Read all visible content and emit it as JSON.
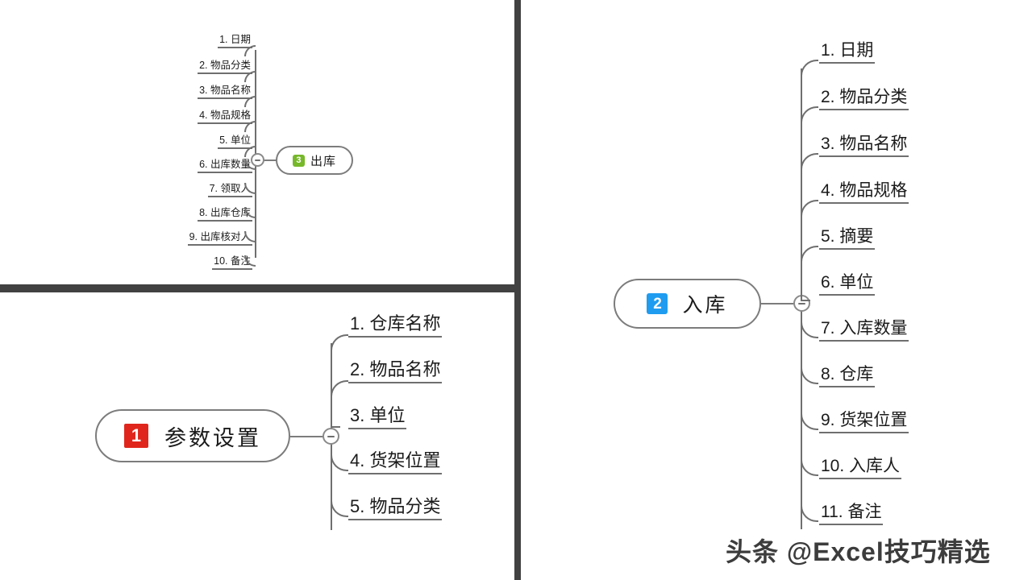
{
  "panels": {
    "outbound": {
      "root": {
        "badge": "3",
        "badge_color": "#76b82a",
        "label": "出库"
      },
      "toggle_icon": "minus-icon",
      "items": [
        "1. 日期",
        "2. 物品分类",
        "3. 物品名称",
        "4. 物品规格",
        "5. 单位",
        "6. 出库数量",
        "7. 领取人",
        "8. 出库仓库",
        "9. 出库核对人",
        "10. 备注"
      ]
    },
    "parameters": {
      "root": {
        "badge": "1",
        "badge_color": "#e0261c",
        "label": "参数设置"
      },
      "toggle_icon": "minus-icon",
      "items": [
        "1. 仓库名称",
        "2. 物品名称",
        "3. 单位",
        "4. 货架位置",
        "5. 物品分类"
      ]
    },
    "inbound": {
      "root": {
        "badge": "2",
        "badge_color": "#1f9cf0",
        "label": "入库"
      },
      "toggle_icon": "minus-icon",
      "items": [
        "1. 日期",
        "2. 物品分类",
        "3. 物品名称",
        "4. 物品规格",
        "5. 摘要",
        "6. 单位",
        "7. 入库数量",
        "8. 仓库",
        "9. 货架位置",
        "10. 入库人",
        "11. 备注"
      ]
    }
  },
  "watermark": {
    "text": "头条 @Excel技巧精选"
  },
  "colors": {
    "divider": "#414141",
    "branch_line": "#6f6f6f",
    "node_border": "#7c7c7c",
    "text": "#1b1b1b"
  }
}
